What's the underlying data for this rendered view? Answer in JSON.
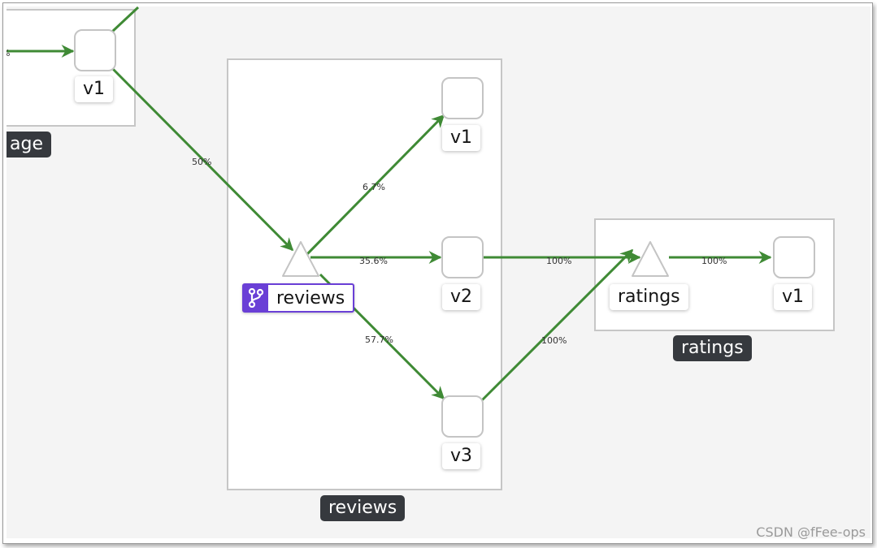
{
  "graph": {
    "edge_color": "#3f8a35",
    "vs_accent": "#6a3fd6",
    "boxes": {
      "productpage": {
        "label": "age"
      },
      "reviews": {
        "label": "reviews"
      },
      "ratings": {
        "label": "ratings"
      }
    },
    "nodes": {
      "productpage_v1": "v1",
      "reviews_service": "reviews",
      "reviews_v1": "v1",
      "reviews_v2": "v2",
      "reviews_v3": "v3",
      "ratings_service": "ratings",
      "ratings_v1": "v1"
    },
    "edges": {
      "left_in_partial": "%",
      "productpage_to_reviews": "50%",
      "reviews_to_v1": "6.7%",
      "reviews_to_v2": "35.6%",
      "reviews_to_v3": "57.7%",
      "v2_to_ratings": "100%",
      "v3_to_ratings": "100%",
      "ratings_to_v1": "100%"
    },
    "icons": {
      "virtual_service": "code-branch-icon"
    }
  },
  "watermark": "CSDN @fFee-ops"
}
